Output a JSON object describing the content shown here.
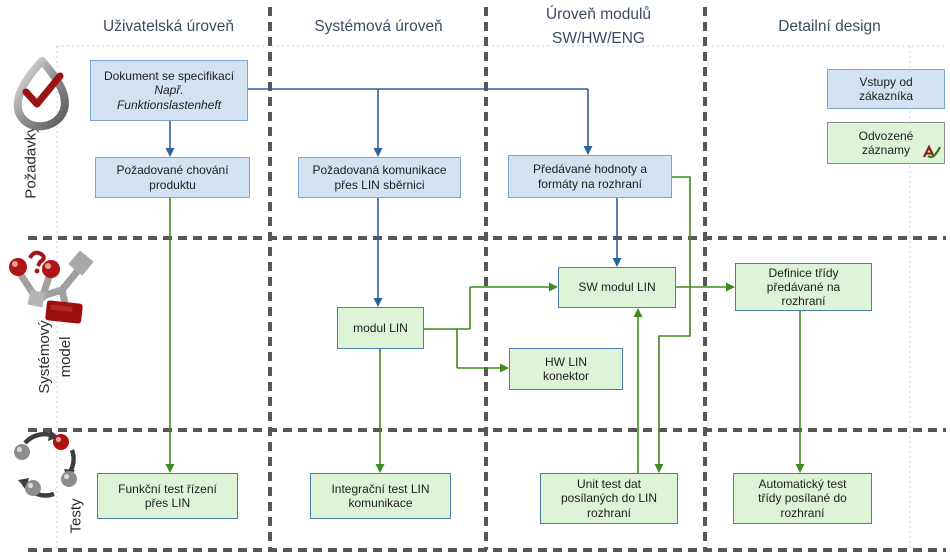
{
  "columns": [
    {
      "id": "user",
      "label": "Uživatelská úroveň"
    },
    {
      "id": "system",
      "label": "Systémová úroveň"
    },
    {
      "id": "modules",
      "label": "Úroveň modulů\nSW/HW/ENG"
    },
    {
      "id": "detail",
      "label": "Detailní design"
    }
  ],
  "row_labels": [
    {
      "id": "pozadavky",
      "label": "Požadavky",
      "icon": "requirements-pin-icon"
    },
    {
      "id": "model",
      "label": "Systémový\nmodel",
      "icon": "system-model-icon"
    },
    {
      "id": "testy",
      "label": "Testy",
      "icon": "test-cycle-icon"
    }
  ],
  "boxes": {
    "dokument": {
      "title": "Dokument se specifikací",
      "note": "Např.\nFunktionslastenheft",
      "kind": "requirement"
    },
    "pozadovane_chovani": {
      "label": "Požadované chování\nproduktu",
      "kind": "requirement"
    },
    "pozadovana_komunikace": {
      "label": "Požadovaná komunikace\npřes LIN sběrnici",
      "kind": "requirement"
    },
    "predavane_hodnoty": {
      "label": "Předávané hodnoty a\nformáty na rozhraní",
      "kind": "requirement"
    },
    "modul_lin": {
      "label": "modul LIN",
      "kind": "derived"
    },
    "sw_modul_lin": {
      "label": "SW modul LIN",
      "kind": "derived"
    },
    "hw_lin_konektor": {
      "label": "HW LIN\nkonektor",
      "kind": "derived"
    },
    "definice_tridy": {
      "label": "Definice třídy\npředávané na\nrozhraní",
      "kind": "derived"
    },
    "funkcni_test": {
      "label": "Funkční test řízení\npřes LIN",
      "kind": "derived"
    },
    "integracni_test": {
      "label": "Integrační test LIN\nkomunikace",
      "kind": "derived"
    },
    "unit_test": {
      "label": "Unit test dat\nposílaných do LIN\nrozhraní",
      "kind": "derived"
    },
    "automaticky_test": {
      "label": "Automatický test\ntřídy posílané do\nrozhraní",
      "kind": "derived"
    }
  },
  "legend": {
    "vstupy": {
      "label": "Vstupy od\nzákazníka",
      "kind": "requirement"
    },
    "odvozene": {
      "label": "Odvozené\nzáznamy",
      "kind": "derived",
      "icon": "signature-icon"
    }
  },
  "edges": [
    {
      "from": "dokument",
      "to": "pozadovane_chovani",
      "color": "blue"
    },
    {
      "from": "dokument",
      "to": "pozadovana_komunikace",
      "color": "blue"
    },
    {
      "from": "dokument",
      "to": "predavane_hodnoty",
      "color": "blue"
    },
    {
      "from": "pozadovana_komunikace",
      "to": "modul_lin",
      "color": "blue"
    },
    {
      "from": "predavane_hodnoty",
      "to": "sw_modul_lin",
      "color": "blue"
    },
    {
      "from": "pozadovane_chovani",
      "to": "funkcni_test",
      "color": "green"
    },
    {
      "from": "modul_lin",
      "to": "sw_modul_lin",
      "color": "green"
    },
    {
      "from": "modul_lin",
      "to": "hw_lin_konektor",
      "color": "green"
    },
    {
      "from": "modul_lin",
      "to": "integracni_test",
      "color": "green"
    },
    {
      "from": "sw_modul_lin",
      "to": "definice_tridy",
      "color": "green"
    },
    {
      "from": "predavane_hodnoty",
      "to": "unit_test",
      "color": "green"
    },
    {
      "from": "unit_test",
      "to": "sw_modul_lin",
      "color": "green"
    },
    {
      "from": "definice_tridy",
      "to": "automaticky_test",
      "color": "green"
    }
  ],
  "colors": {
    "requirement_fill": "#d3e2f2",
    "requirement_border": "#79a5d0",
    "derived_fill": "#ddf4d7",
    "derived_border": "#4b7cad",
    "legend_derived_border": "#8e8e8e",
    "blue_connector": "#2d619d",
    "green_connector": "#3f8a21",
    "dashed_divider": "#575757",
    "grid_line": "#c7d3e3",
    "header_text": "#3c4b61",
    "box_text": "#1d1d1d",
    "label_text": "#2c2c2c"
  }
}
